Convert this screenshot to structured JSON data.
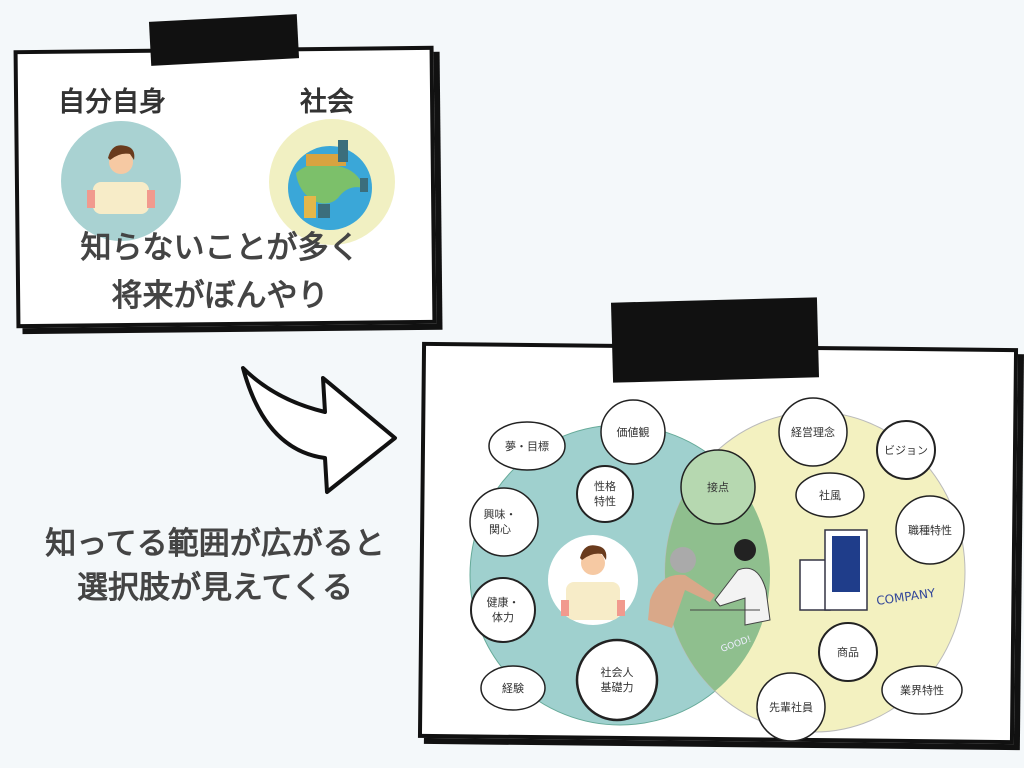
{
  "top_panel": {
    "self_label": "自分自身",
    "society_label": "社会",
    "caption_line1": "知らないことが多く",
    "caption_line2": "将来がぼんやり"
  },
  "middle_text": {
    "line1": "知ってる範囲が広がると",
    "line2": "選択肢が見えてくる"
  },
  "diagram": {
    "self_bubbles": {
      "values": [
        "価値観"
      ],
      "dream": [
        "夢・目標"
      ],
      "personality": [
        "性格",
        "特性"
      ],
      "interest": [
        "興味・",
        "関心"
      ],
      "health": [
        "健康・",
        "体力"
      ],
      "experience": [
        "経験"
      ],
      "basic_skills": [
        "社会人",
        "基礎力"
      ]
    },
    "contact": "接点",
    "good_label": "GOOD!",
    "company_bubbles": {
      "philosophy": "経営理念",
      "vision": "ビジョン",
      "culture": "社風",
      "job_traits": "職種特性",
      "products": "商品",
      "industry_traits": "業界特性",
      "seniors": "先輩社員"
    },
    "company_label": "COMPANY"
  },
  "colors": {
    "teal": "#9fd0ce",
    "yellow": "#f3f1c0",
    "overlap": "#8fbf8e",
    "text": "#444444"
  }
}
